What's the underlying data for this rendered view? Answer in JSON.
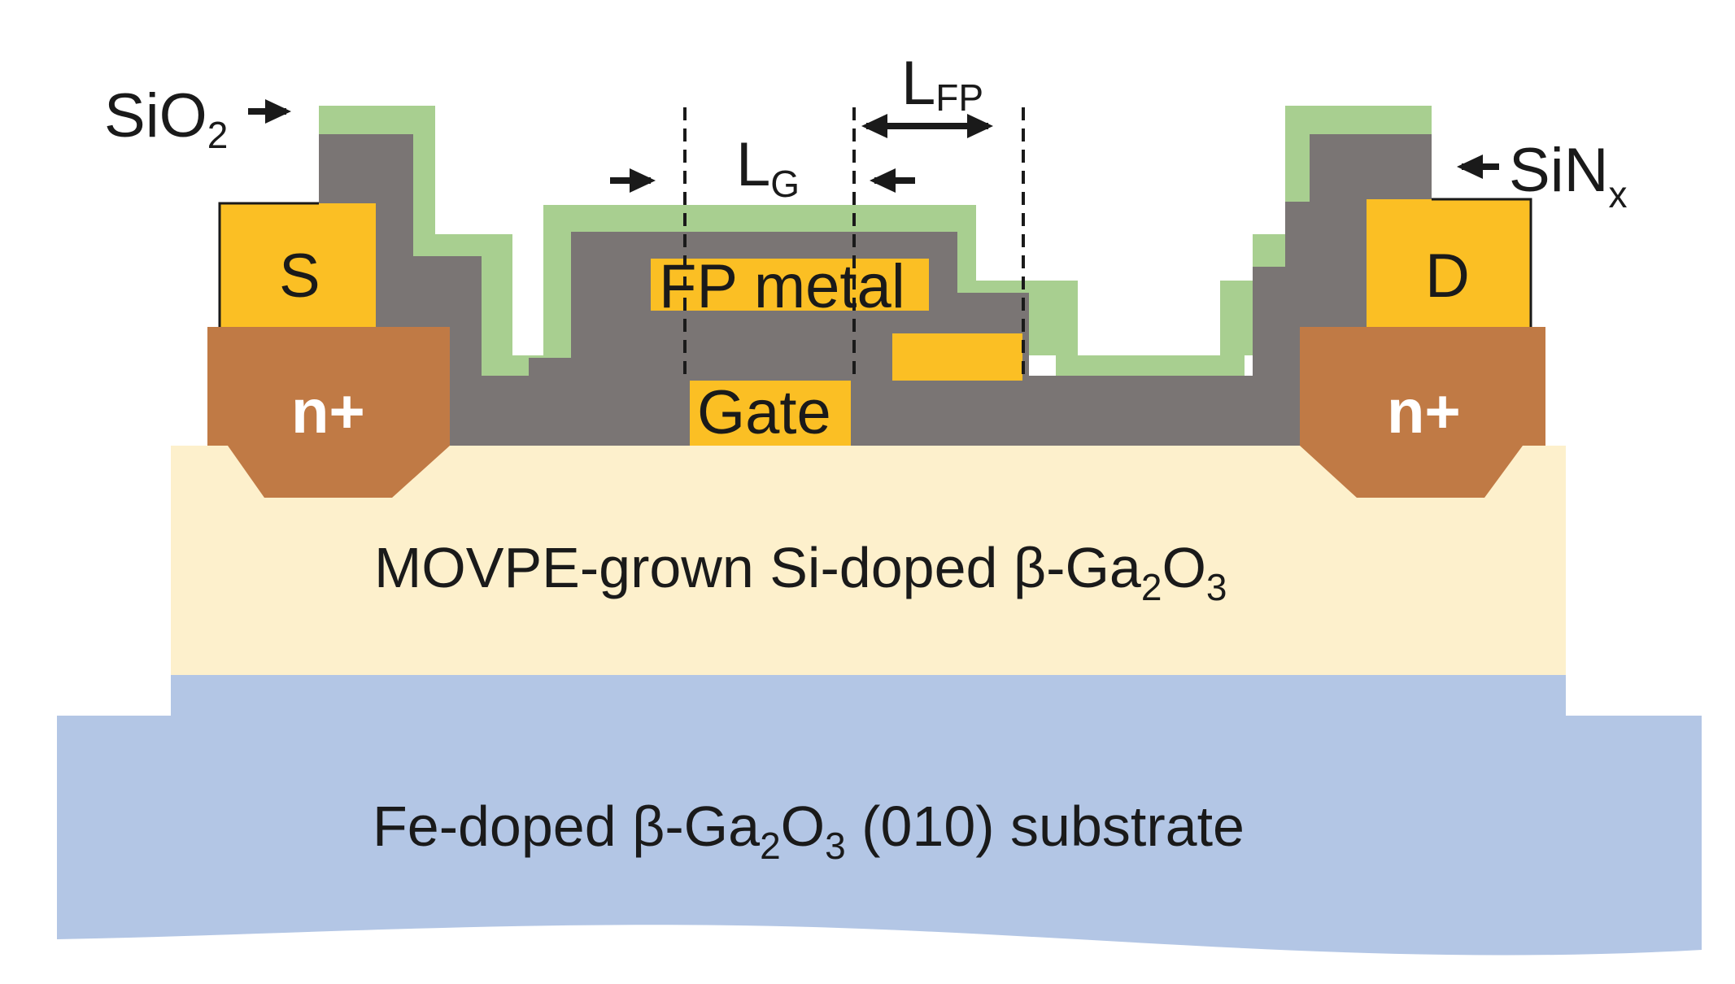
{
  "colors": {
    "substrate": "#b3c6e5",
    "epi": "#fdf0cc",
    "nplus": "#c07a45",
    "sinx": "#7a7574",
    "sio2": "#a8cf90",
    "metal": "#fbbf24",
    "line": "#1a1a1a"
  },
  "labels": {
    "sio2_base": "SiO",
    "sio2_sub": "2",
    "sinx_base": "SiN",
    "sinx_sub": "x",
    "lfp_base": "L",
    "lfp_sub": "FP",
    "lg_base": "L",
    "lg_sub": "G",
    "source": "S",
    "drain": "D",
    "fp_metal": "FP metal",
    "gate": "Gate",
    "nplus_left": "n+",
    "nplus_right": "n+",
    "epi_pre": "MOVPE-grown Si-doped β-Ga",
    "epi_sub1": "2",
    "epi_mid": "O",
    "epi_sub2": "3",
    "substrate_pre": "Fe-doped β-Ga",
    "substrate_sub1": "2",
    "substrate_mid": "O",
    "substrate_sub2": "3",
    "substrate_post": " (010) substrate"
  }
}
